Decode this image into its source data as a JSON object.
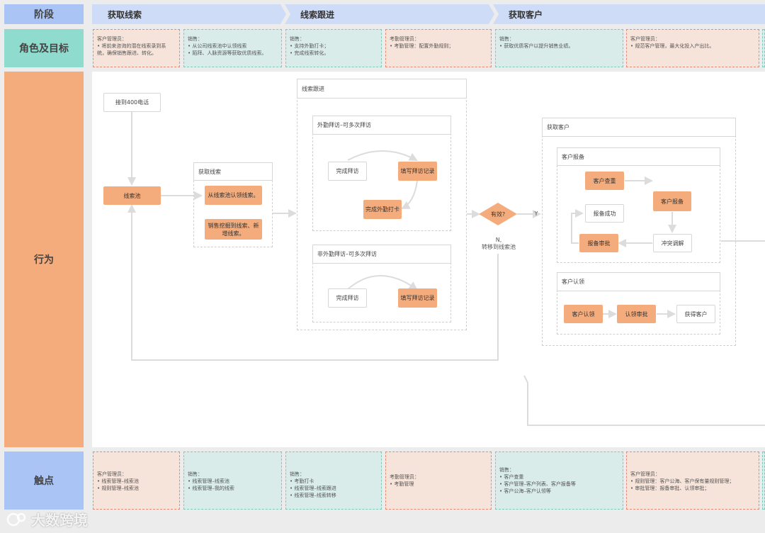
{
  "lanes": {
    "stage": "阶段",
    "role": "角色及目标",
    "action": "行为",
    "touch": "触点"
  },
  "stages": [
    "获取线索",
    "线索跟进",
    "获取客户"
  ],
  "roles": [
    {
      "title": "客户管理员：",
      "items": [
        "将前来咨询的潜在线索录到系统，确保销售跟进、转化。"
      ]
    },
    {
      "title": "销售：",
      "items": [
        "从公司线索池中认领线索",
        "陌拜、人脉资源等获取优质线索。"
      ]
    },
    {
      "title": "销售：",
      "items": [
        "支持外勤打卡；",
        "完成线索转化。"
      ]
    },
    {
      "title": "考勤管理员：",
      "items": [
        "考勤管理：配置外勤规则；"
      ]
    },
    {
      "title": "销售：",
      "items": [
        "获取优质客户以提升销售业绩。"
      ]
    },
    {
      "title": "客户管理员：",
      "items": [
        "规范客户管理，最大化投入产出比。"
      ]
    }
  ],
  "touchpoints": [
    {
      "title": "客户管理员：",
      "items": [
        "线索管理–线索池",
        "规则管理–线索池"
      ]
    },
    {
      "title": "销售：",
      "items": [
        "线索管理–线索池",
        "线索管理–我的线索"
      ]
    },
    {
      "title": "销售：",
      "items": [
        "考勤打卡",
        "线索管理–线索跟进",
        "线索管理–线索转移"
      ]
    },
    {
      "title": "考勤管理员：",
      "items": [
        "考勤管理"
      ]
    },
    {
      "title": "销售：",
      "items": [
        "客户查重",
        "客户管理–客户列表、客户报备等",
        "客户公海–客户认领等"
      ]
    },
    {
      "title": "客户管理员：",
      "items": [
        "规则管理：客户公海、客户保有量规则管理；",
        "审批管理：报备审批、认领审批；"
      ]
    }
  ],
  "flow": {
    "call": "接到400电话",
    "pool": "线索池",
    "obtain_title": "获取线索",
    "claim": "从线索池认领线索。",
    "mine": "销售挖掘到线索、新增线索。",
    "follow_title": "线索跟进",
    "field_title": "外勤拜访–可多次拜访",
    "visit_done": "完成拜访",
    "fill_record": "填写拜访记录",
    "field_checkin": "完成外勤打卡",
    "nonfield_title": "非外勤拜访–可多次拜访",
    "visit_done2": "完成拜访",
    "fill_record2": "填写拜访记录",
    "valid": "有效?",
    "yes": "Y",
    "no": "N,",
    "no_transfer": "转移到线索池",
    "get_customer_title": "获取客户",
    "report_title": "客户报备",
    "dedupe": "客户查重",
    "report": "客户报备",
    "report_ok": "报备成功",
    "report_approve": "报备审批",
    "conflict": "冲突调解",
    "claim_title": "客户认领",
    "cust_claim": "客户认领",
    "claim_approve": "认领审批",
    "got_customer": "获得客户"
  },
  "watermark": "大数跨境"
}
